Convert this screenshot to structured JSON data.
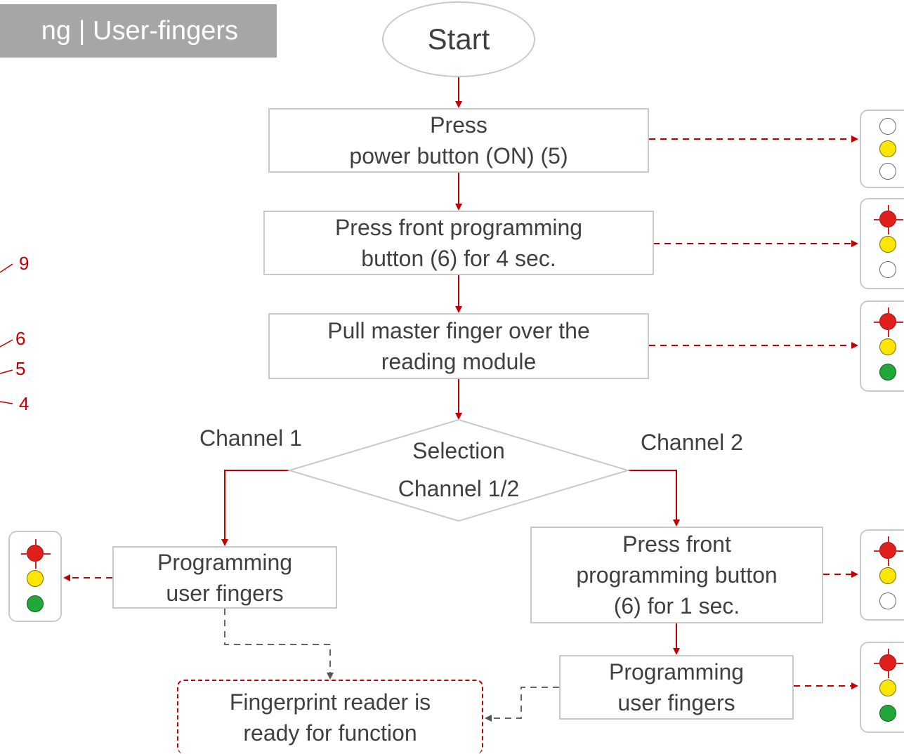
{
  "header": {
    "text": "ng | User-fingers"
  },
  "flow": {
    "start": "Start",
    "step1": "Press\npower button (ON) (5)",
    "step2": "Press front programming\nbutton (6) for 4 sec.",
    "step3": "Pull master finger over the\nreading module",
    "decision": {
      "line1": "Selection",
      "line2": "Channel 1/2"
    },
    "channel1": "Channel 1",
    "channel2": "Channel 2",
    "ch1_step": "Programming\nuser fingers",
    "ch2_step1": "Press front\nprogramming button\n(6) for 1 sec.",
    "ch2_step2": "Programming\nuser fingers",
    "end": "Fingerprint reader is\nready for function"
  },
  "callouts": [
    "9",
    "6",
    "5",
    "4"
  ],
  "traffic_lights": [
    {
      "for": "step1",
      "top": "off",
      "middle": "yellow",
      "bottom": "off"
    },
    {
      "for": "step2",
      "top": "red-blinking",
      "middle": "yellow",
      "bottom": "off"
    },
    {
      "for": "step3",
      "top": "red-blinking",
      "middle": "yellow",
      "bottom": "green"
    },
    {
      "for": "ch1_step",
      "top": "red-blinking",
      "middle": "yellow",
      "bottom": "green"
    },
    {
      "for": "ch2_step1",
      "top": "red-blinking",
      "middle": "yellow",
      "bottom": "off"
    },
    {
      "for": "ch2_step2",
      "top": "red-blinking",
      "middle": "yellow",
      "bottom": "green"
    }
  ],
  "colors": {
    "arrow": "#c00000",
    "box_border": "#c9c9c9",
    "dashed_gray": "#666666",
    "header_bg": "#a6a6a6"
  }
}
